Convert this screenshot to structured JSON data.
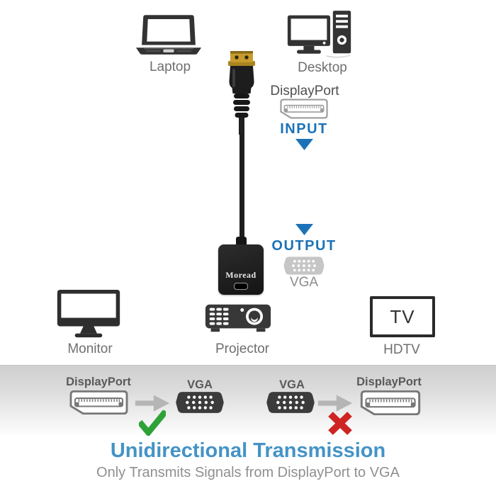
{
  "colors": {
    "accent_blue": "#1b72b8",
    "title_blue": "#4493c6",
    "success_green": "#2da237",
    "error_red": "#ce2424"
  },
  "top_devices": [
    {
      "label": "Laptop"
    },
    {
      "label": "Desktop"
    }
  ],
  "input": {
    "port_label": "DisplayPort",
    "direction_label": "INPUT"
  },
  "adapter": {
    "brand": "Moread"
  },
  "output": {
    "direction_label": "OUTPUT",
    "port_label": "VGA"
  },
  "bottom_devices": [
    {
      "label": "Monitor"
    },
    {
      "label": "Projector"
    },
    {
      "label": "HDTV",
      "screen_text": "TV"
    }
  ],
  "flow": {
    "allowed": {
      "from_label": "DisplayPort",
      "to_label": "VGA"
    },
    "blocked": {
      "from_label": "VGA",
      "to_label": "DisplayPort"
    }
  },
  "footer": {
    "title": "Unidirectional Transmission",
    "subtitle": "Only Transmits Signals from DisplayPort to VGA"
  }
}
